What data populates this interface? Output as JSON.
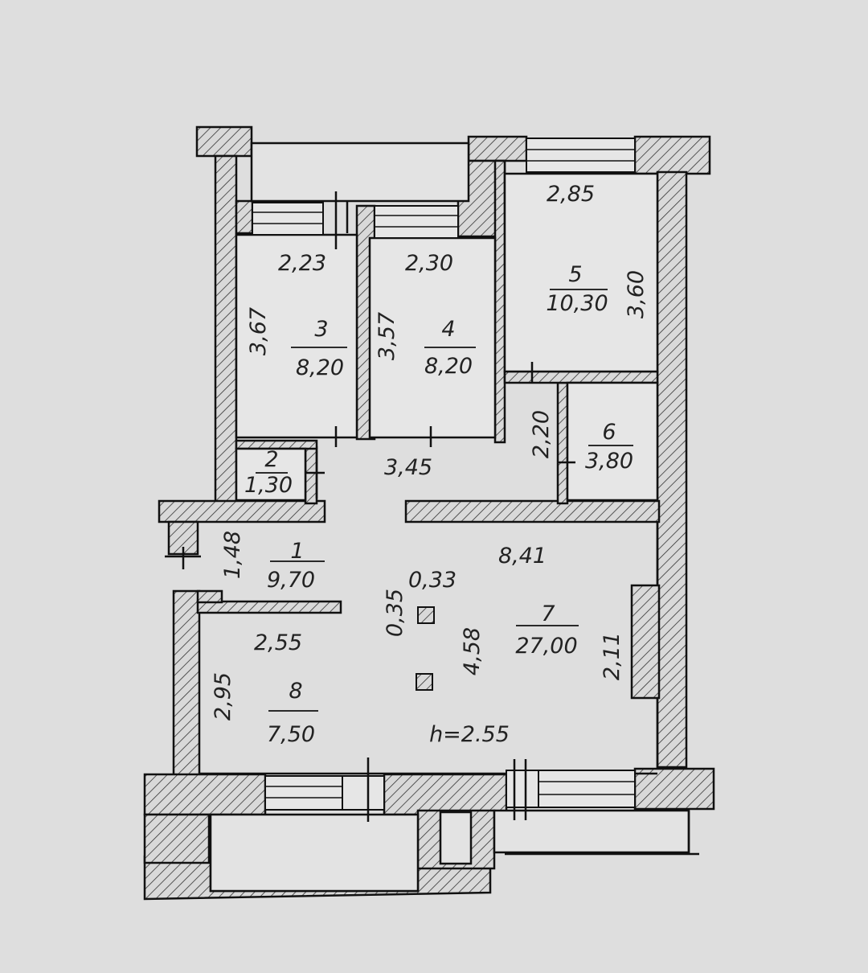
{
  "plan": {
    "rooms": [
      {
        "id": "1",
        "number": "1",
        "area": "9,70"
      },
      {
        "id": "2",
        "number": "2",
        "area": "1,30"
      },
      {
        "id": "3",
        "number": "3",
        "area": "8,20"
      },
      {
        "id": "4",
        "number": "4",
        "area": "8,20"
      },
      {
        "id": "5",
        "number": "5",
        "area": "10,30"
      },
      {
        "id": "6",
        "number": "6",
        "area": "3,80"
      },
      {
        "id": "7",
        "number": "7",
        "area": "27,00"
      },
      {
        "id": "8",
        "number": "8",
        "area": "7,50"
      }
    ],
    "dimensions": {
      "d285": "2,85",
      "d360": "3,60",
      "d223": "2,23",
      "d230": "2,30",
      "d367": "3,67",
      "d357": "3,57",
      "d220": "2,20",
      "d345": "3,45",
      "d148": "1,48",
      "d841": "8,41",
      "d033": "0,33",
      "d035": "0,35",
      "d458": "4,58",
      "d255": "2,55",
      "d211": "2,11",
      "d295": "2,95"
    },
    "ceiling_height": "h=2.55"
  }
}
